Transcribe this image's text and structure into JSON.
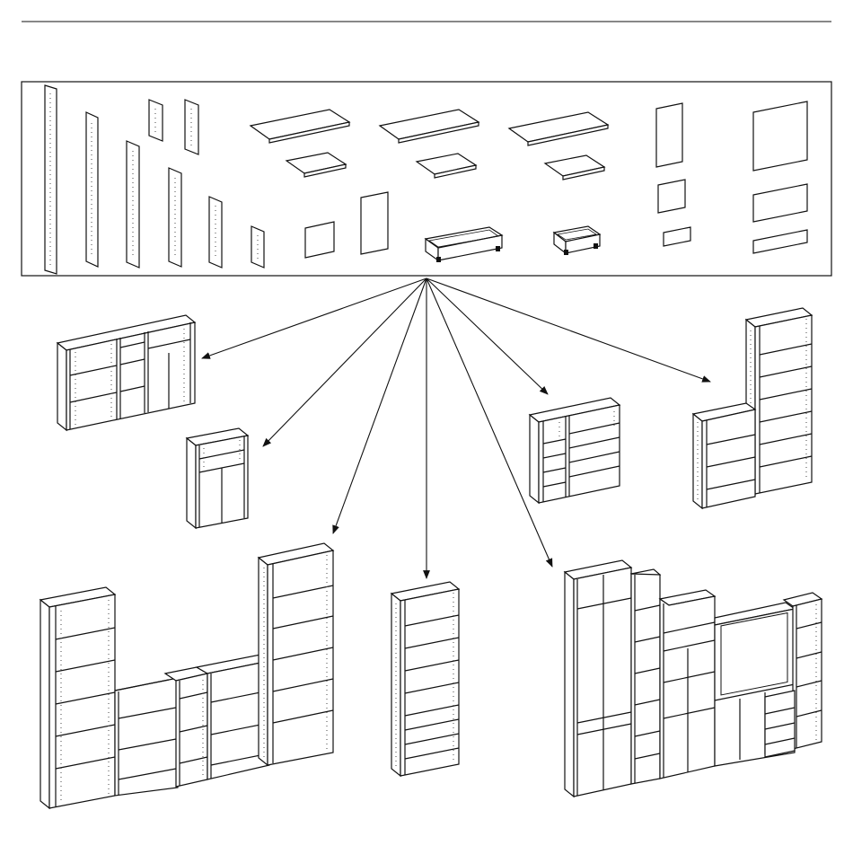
{
  "diagram": {
    "kind": "modular shelving system overview",
    "components_panel": "components",
    "arrow_count": 7,
    "configurations": [
      "wide-cabinet-with-doors",
      "small-cabinet-with-doors",
      "large-wall-bookcase",
      "tall-bookcase-with-drawers",
      "two-section-drawer-unit",
      "tv-wall-unit",
      "l-shaped-bookcase"
    ]
  }
}
